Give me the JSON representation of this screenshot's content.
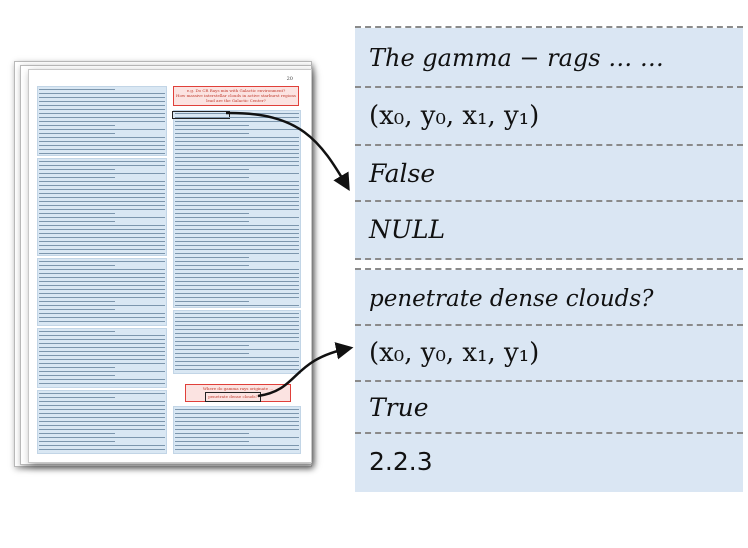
{
  "page": {
    "number": "20",
    "left_column_title": "",
    "figure_title_top": "e.g. Do CR Rays mix with Galactic environment?",
    "figure_title_top_2": "How massive interstellar clouds in active starburst regions",
    "figure_title_top_3": "lead are the Galactic Center?",
    "figure_title_bottom": "Where do gamma rays originate ...",
    "figure_title_bottom_2": "penetrate dense clouds?"
  },
  "annotations": [
    {
      "text": "The gamma − rags … …",
      "bbox": "(x₀, y₀, x₁, y₁)",
      "flag": "False",
      "value": "NULL"
    },
    {
      "text": "penetrate dense clouds?",
      "bbox": "(x₀, y₀, x₁, y₁)",
      "flag": "True",
      "value": "2.2.3"
    }
  ],
  "colors": {
    "panel_fill": "#dae6f3",
    "highlight_red": "#e0403a",
    "text_block_fill": "#d9e7f3",
    "arrow": "#111111"
  }
}
